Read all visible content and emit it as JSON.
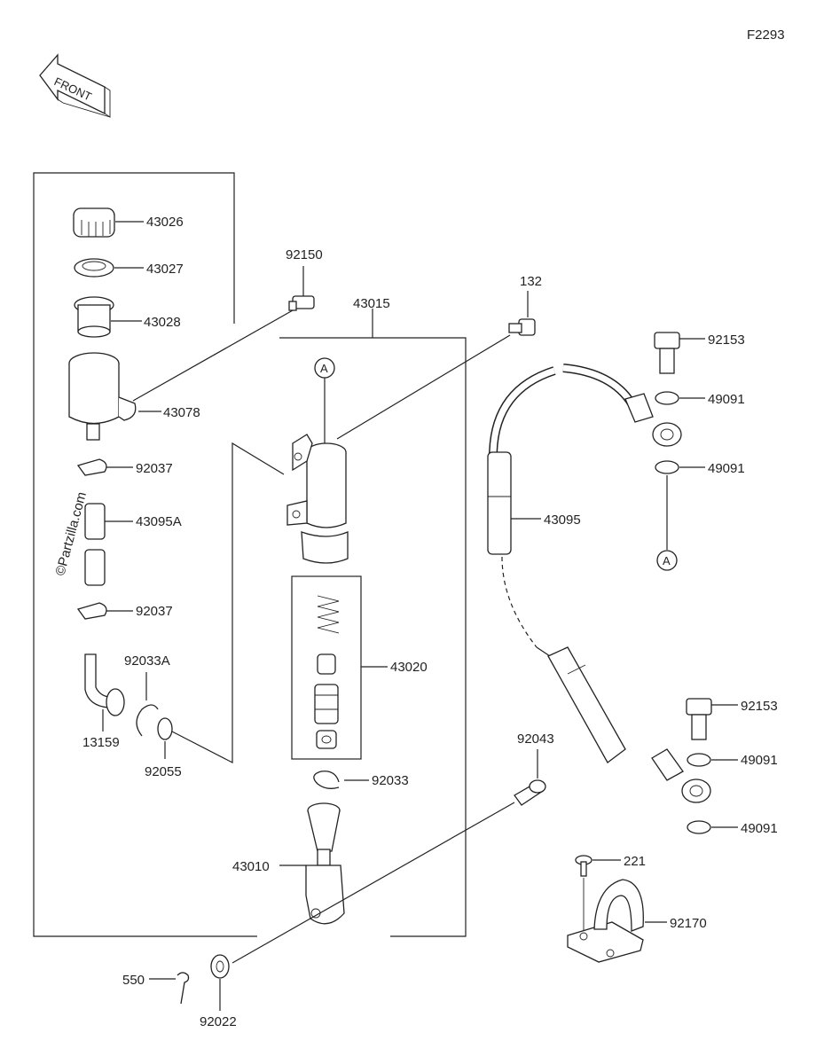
{
  "diagram_code": "F2293",
  "front_label": "FRONT",
  "watermark": "©Partzilla.com",
  "callout_a": "A",
  "parts": {
    "p43026": "43026",
    "p43027": "43027",
    "p43028": "43028",
    "p43078": "43078",
    "p92037a": "92037",
    "p43095a": "43095A",
    "p92037b": "92037",
    "p92033a": "92033A",
    "p13159": "13159",
    "p92055": "92055",
    "p92150": "92150",
    "p43015": "43015",
    "p132": "132",
    "p43020": "43020",
    "p92033": "92033",
    "p43010": "43010",
    "p92043": "92043",
    "p550": "550",
    "p92022": "92022",
    "p92153a": "92153",
    "p49091a": "49091",
    "p49091b": "49091",
    "p43095": "43095",
    "p92153b": "92153",
    "p49091c": "49091",
    "p49091d": "49091",
    "p221": "221",
    "p92170": "92170"
  }
}
